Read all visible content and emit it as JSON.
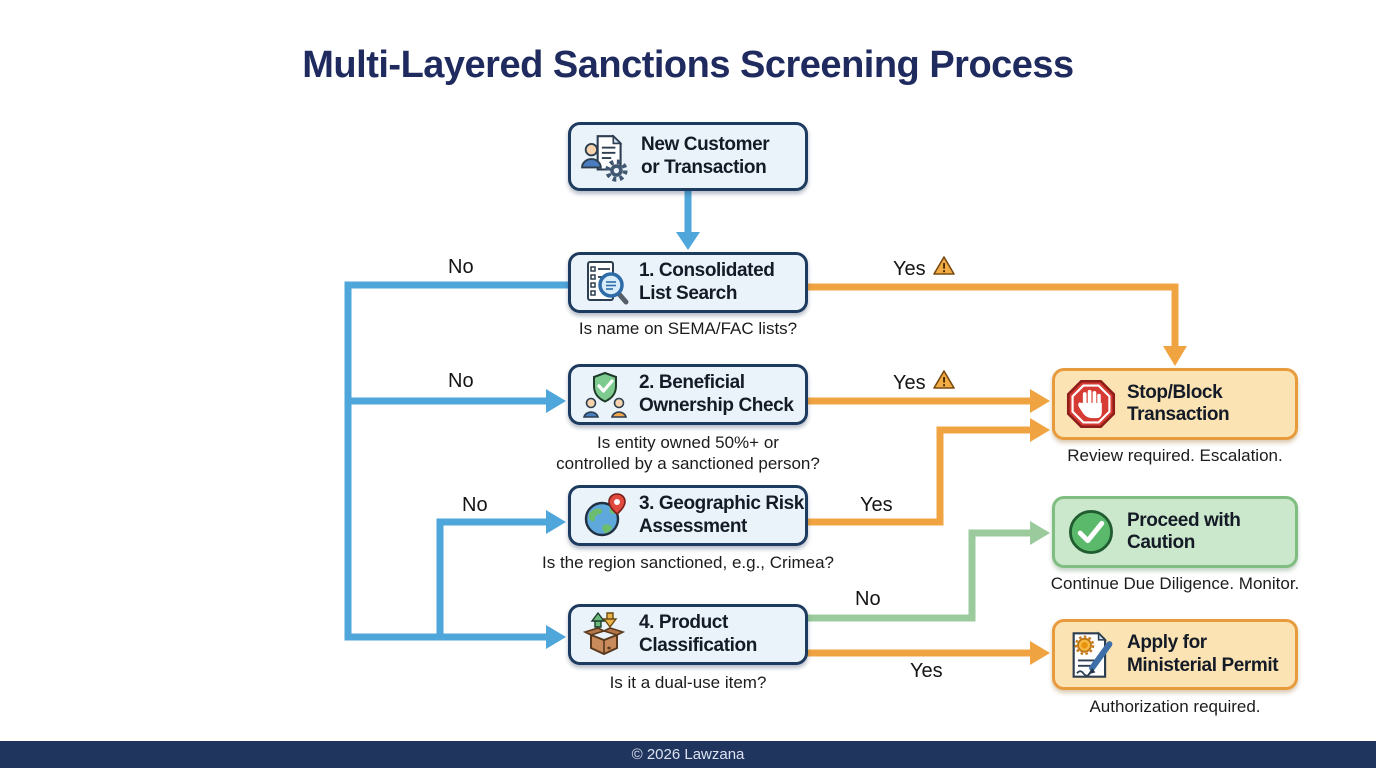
{
  "title": "Multi-Layered Sanctions Screening Process",
  "footer": "© 2026 Lawzana",
  "nodes": {
    "start": {
      "line1": "New Customer",
      "line2": "or Transaction",
      "icon": "customer-file-gear-icon"
    },
    "step1": {
      "line1": "1. Consolidated",
      "line2": "List Search",
      "question": "Is name on SEMA/FAC lists?",
      "icon": "checklist-magnifier-icon"
    },
    "step2": {
      "line1": "2. Beneficial",
      "line2": "Ownership Check",
      "question_line1": "Is entity owned 50%+ or",
      "question_line2": "controlled by a sanctioned person?",
      "icon": "shield-owners-icon"
    },
    "step3": {
      "line1": "3. Geographic Risk",
      "line2": "Assessment",
      "question": "Is the region sanctioned, e.g., Crimea?",
      "icon": "globe-pin-icon"
    },
    "step4": {
      "line1": "4. Product",
      "line2": "Classification",
      "question": "Is it a dual-use item?",
      "icon": "package-arrows-icon"
    },
    "stop": {
      "line1": "Stop/Block",
      "line2": "Transaction",
      "note": "Review required. Escalation.",
      "icon": "stop-hand-icon"
    },
    "proceed": {
      "line1": "Proceed with",
      "line2": "Caution",
      "note": "Continue Due Diligence. Monitor.",
      "icon": "check-circle-icon"
    },
    "permit": {
      "line1": "Apply for",
      "line2": "Ministerial Permit",
      "note": "Authorization required.",
      "icon": "permit-pen-icon"
    }
  },
  "edge_labels": {
    "no1": "No",
    "no2": "No",
    "no3": "No",
    "no4": "No",
    "yes1": "Yes",
    "yes2": "Yes",
    "yes3": "Yes",
    "yes4": "Yes"
  },
  "colors": {
    "blue_arrow": "#4FA6DB",
    "orange_arrow": "#F0A441",
    "green_arrow": "#9BCB9C",
    "process_fill": "#EAF2FA",
    "process_border": "#1D3A5F",
    "alert_fill": "#FBE3B4",
    "alert_border": "#E89B3C",
    "safe_fill": "#CBE7CC",
    "safe_border": "#7FBD81",
    "title_color": "#1F2A5E",
    "footer_bg": "#20355E"
  }
}
